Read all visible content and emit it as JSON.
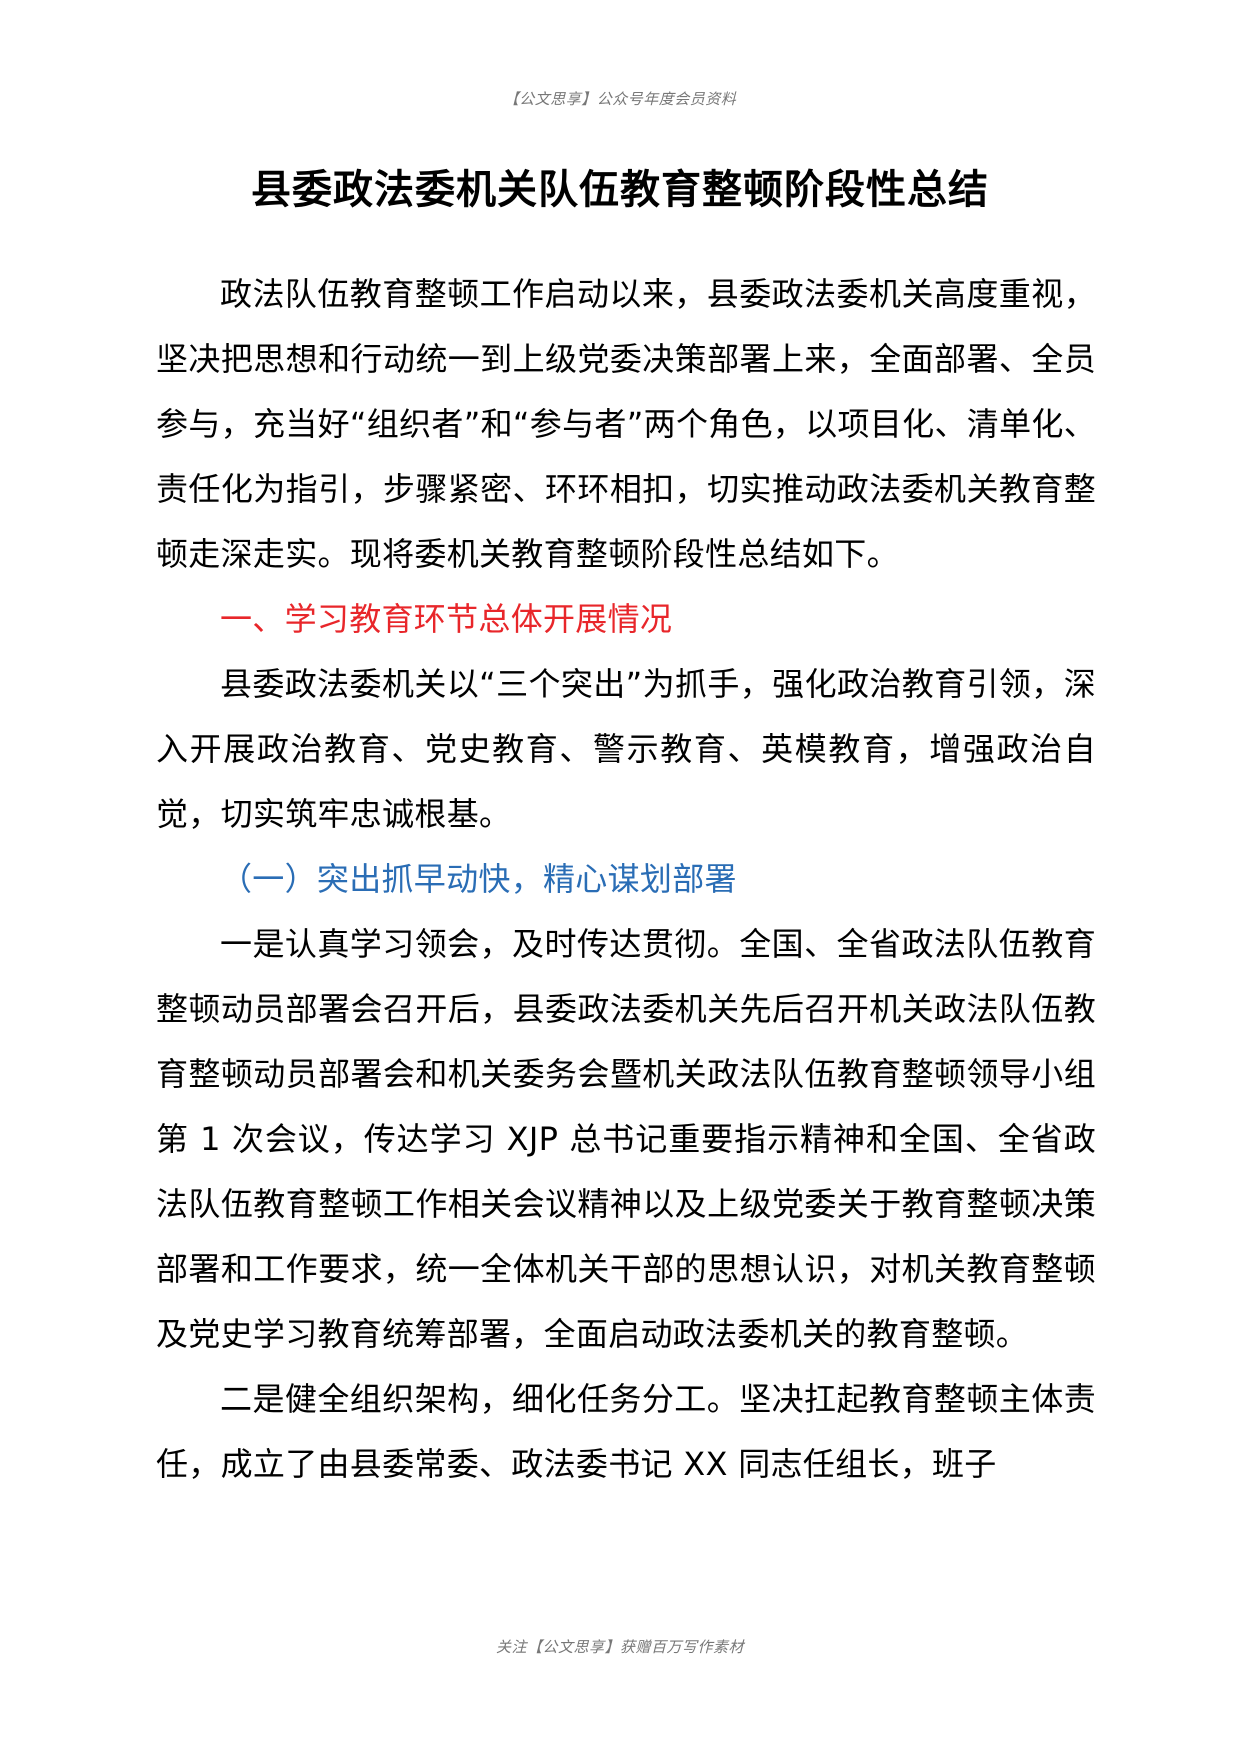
{
  "header": {
    "text": "【公文思享】公众号年度会员资料"
  },
  "title": "县委政法委机关队伍教育整顿阶段性总结",
  "paragraphs": [
    "政法队伍教育整顿工作启动以来，县委政法委机关高度重视，坚决把思想和行动统一到上级党委决策部署上来，全面部署、全员参与，充当好“组织者”和“参与者”两个角色，以项目化、清单化、责任化为指引，步骤紧密、环环相扣，切实推动政法委机关教育整顿走深走实。现将委机关教育整顿阶段性总结如下。",
    "一、学习教育环节总体开展情况",
    "县委政法委机关以“三个突出”为抓手，强化政治教育引领，深入开展政治教育、党史教育、警示教育、英模教育，增强政治自觉，切实筑牢忠诚根基。",
    "（一）突出抓早动快，精心谋划部署",
    "一是认真学习领会，及时传达贯彻。全国、全省政法队伍教育整顿动员部署会召开后，县委政法委机关先后召开机关政法队伍教育整顿动员部署会和机关委务会暨机关政法队伍教育整顿领导小组第 1 次会议，传达学习 XJP 总书记重要指示精神和全国、全省政法队伍教育整顿工作相关会议精神以及上级党委关于教育整顿决策部署和工作要求，统一全体机关干部的思想认识，对机关教育整顿及党史学习教育统筹部署，全面启动政法委机关的教育整顿。",
    "二是健全组织架构，细化任务分工。坚决扛起教育整顿主体责任，成立了由县委常委、政法委书记 XX 同志任组长，班子"
  ],
  "footer": {
    "text": "关注【公文思享】获赠百万写作素材"
  },
  "colors": {
    "heading_level1": "#e8262a",
    "heading_level2": "#2a6db5",
    "header_footer_text": "#777777"
  }
}
